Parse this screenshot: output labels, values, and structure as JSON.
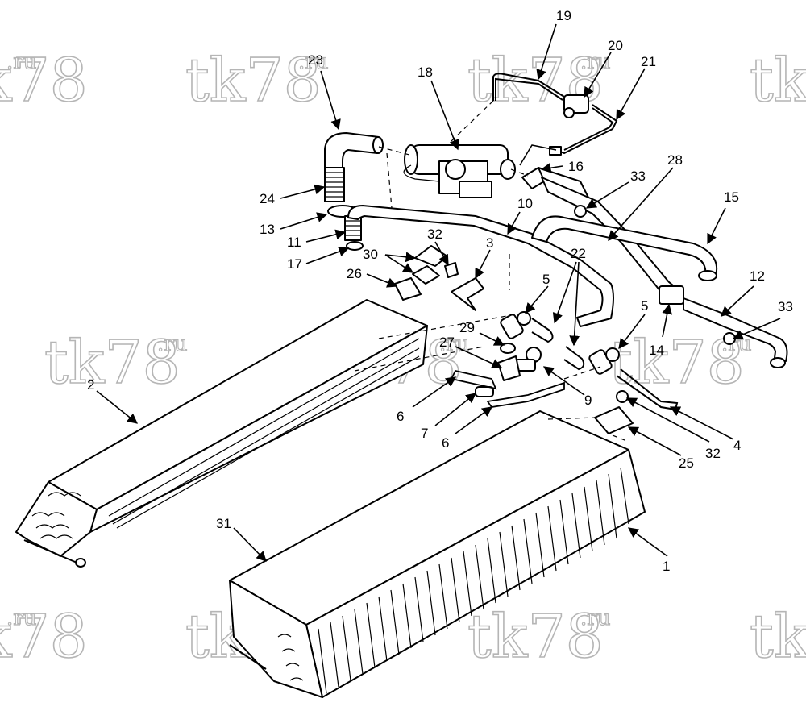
{
  "diagram": {
    "watermark": {
      "main": "tk78",
      "sup": ".ru"
    },
    "callouts": [
      {
        "id": "c1",
        "label": "1"
      },
      {
        "id": "c2",
        "label": "2"
      },
      {
        "id": "c3",
        "label": "3"
      },
      {
        "id": "c4",
        "label": "4"
      },
      {
        "id": "c5a",
        "label": "5"
      },
      {
        "id": "c5b",
        "label": "5"
      },
      {
        "id": "c6a",
        "label": "6"
      },
      {
        "id": "c6b",
        "label": "6"
      },
      {
        "id": "c7",
        "label": "7"
      },
      {
        "id": "c9",
        "label": "9"
      },
      {
        "id": "c10",
        "label": "10"
      },
      {
        "id": "c11",
        "label": "11"
      },
      {
        "id": "c12",
        "label": "12"
      },
      {
        "id": "c13",
        "label": "13"
      },
      {
        "id": "c14",
        "label": "14"
      },
      {
        "id": "c15",
        "label": "15"
      },
      {
        "id": "c16",
        "label": "16"
      },
      {
        "id": "c17",
        "label": "17"
      },
      {
        "id": "c18",
        "label": "18"
      },
      {
        "id": "c19",
        "label": "19"
      },
      {
        "id": "c20",
        "label": "20"
      },
      {
        "id": "c21",
        "label": "21"
      },
      {
        "id": "c22",
        "label": "22"
      },
      {
        "id": "c23",
        "label": "23"
      },
      {
        "id": "c24",
        "label": "24"
      },
      {
        "id": "c25",
        "label": "25"
      },
      {
        "id": "c26",
        "label": "26"
      },
      {
        "id": "c27",
        "label": "27"
      },
      {
        "id": "c28",
        "label": "28"
      },
      {
        "id": "c29",
        "label": "29"
      },
      {
        "id": "c30",
        "label": "30"
      },
      {
        "id": "c31",
        "label": "31"
      },
      {
        "id": "c32a",
        "label": "32"
      },
      {
        "id": "c32b",
        "label": "32"
      },
      {
        "id": "c33a",
        "label": "33"
      },
      {
        "id": "c33b",
        "label": "33"
      }
    ]
  }
}
